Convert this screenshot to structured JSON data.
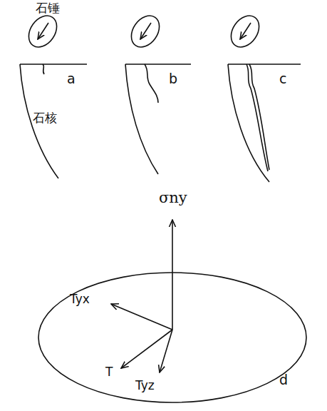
{
  "diagram": {
    "labels": [
      "石锤",
      "a",
      "b",
      "c",
      "石核",
      "σny",
      "Tyx",
      "T",
      "Tyz",
      "d"
    ]
  }
}
